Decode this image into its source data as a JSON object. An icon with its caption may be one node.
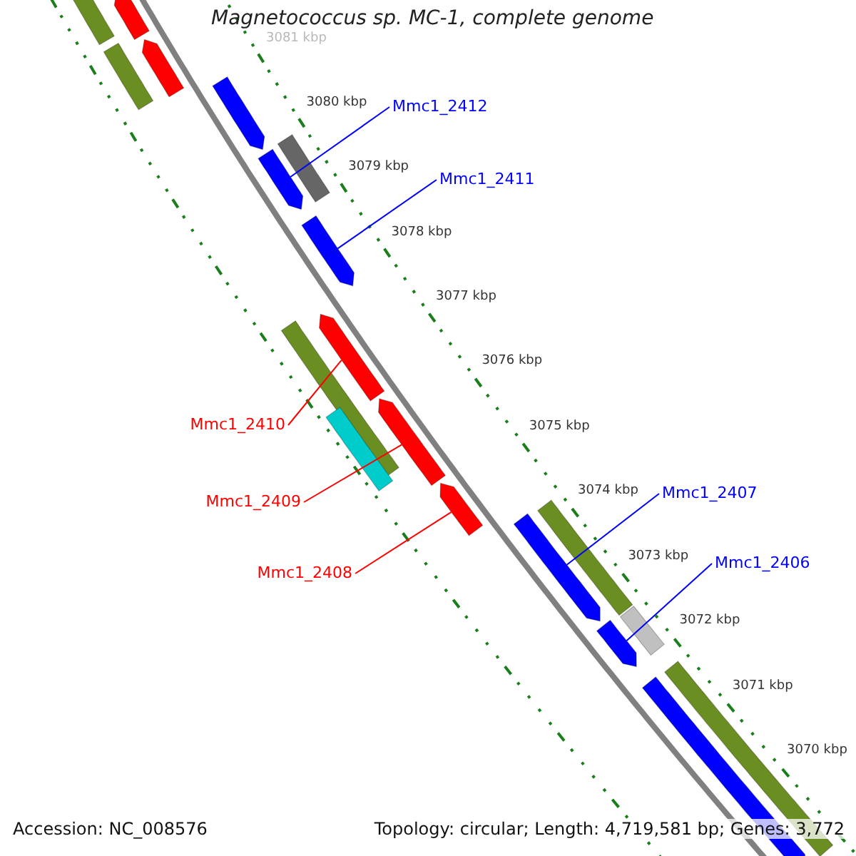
{
  "diagram": {
    "title": "Magnetococcus sp. MC-1, complete genome",
    "nodes": [
      {
        "text": [
          "Mmc1_2412"
        ]
      },
      {
        "text": [
          "Mmc1_2411"
        ]
      },
      {
        "text": [
          "Mmc1_2410"
        ]
      },
      {
        "text": [
          "Mmc1_2409"
        ]
      },
      {
        "text": [
          "Mmc1_2408"
        ]
      },
      {
        "text": [
          "Mmc1_2407"
        ]
      },
      {
        "text": [
          "Mmc1_2406"
        ]
      },
      {
        "text": [],
        "shape": "bar"
      },
      {
        "text": [],
        "shape": "bar"
      },
      {
        "text": [],
        "shape": "bar"
      },
      {
        "text": [],
        "shape": "bar"
      },
      {
        "text": [],
        "shape": "bar"
      },
      {
        "text": [],
        "shape": "bar"
      },
      {
        "text": [],
        "shape": "bar"
      },
      {
        "text": [],
        "shape": "bar"
      },
      {
        "text": [],
        "shape": "bar"
      },
      {
        "text": [],
        "shape": "bar"
      },
      {
        "text": [],
        "shape": "bar"
      },
      {
        "text": [],
        "shape": "bar"
      },
      {
        "text": [],
        "shape": "bar"
      },
      {
        "text": [],
        "shape": "bar"
      },
      {
        "text": [],
        "shape": "bar"
      },
      {
        "text": [],
        "shape": "bar"
      },
      {
        "text": [],
        "shape": "bar"
      },
      {
        "text": [],
        "shape": "bar"
      },
      {
        "text": [],
        "shape": "bar"
      }
    ],
    "edges": [
      {
        "from": 0,
        "to": 12,
        "arrow": "none",
        "color": "#0000ff"
      },
      {
        "from": 1,
        "to": 14,
        "arrow": "none",
        "color": "#0000ff"
      },
      {
        "from": 2,
        "to": 16,
        "arrow": "none",
        "color": "#ff0000"
      },
      {
        "from": 3,
        "to": 18,
        "arrow": "none",
        "color": "#ff0000"
      },
      {
        "from": 4,
        "to": 19,
        "arrow": "none",
        "color": "#ff0000"
      },
      {
        "from": 5,
        "to": 20,
        "arrow": "none",
        "color": "#0000ff"
      },
      {
        "from": 6,
        "to": 22,
        "arrow": "none",
        "color": "#0000ff"
      }
    ],
    "labels": [
      "3081 kbp",
      "3080 kbp",
      "3079 kbp",
      "3078 kbp",
      "3077 kbp",
      "3076 kbp",
      "3075 kbp",
      "3074 kbp",
      "3073 kbp",
      "3072 kbp",
      "3071 kbp",
      "3070 kbp",
      "Accession: NC_008576",
      "Topology: circular; Length: 4,719,581 bp; Genes: 3,772"
    ]
  }
}
